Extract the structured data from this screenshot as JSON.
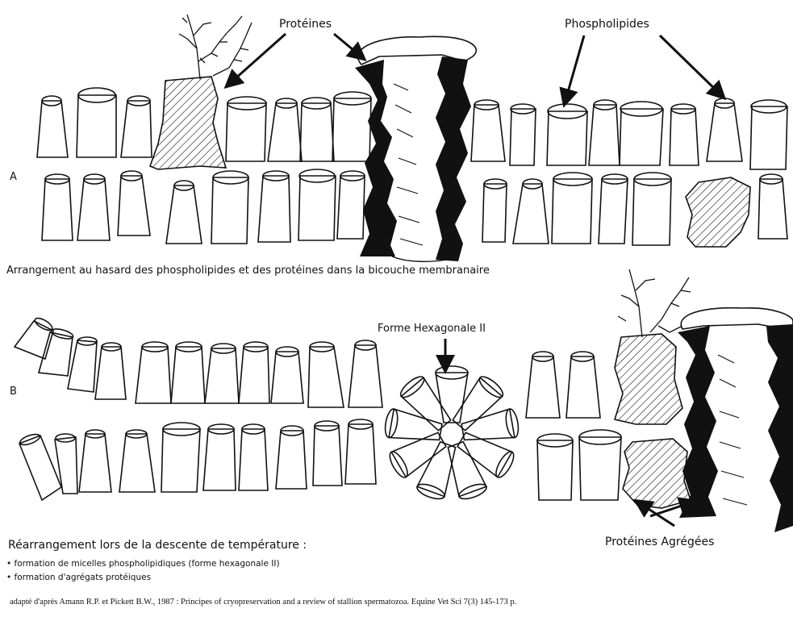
{
  "labels": {
    "proteins": "Protéines",
    "phospholipids": "Phospholipides",
    "panel_a": "A",
    "panel_b": "B",
    "caption_a": "Arrangement au hasard des phospholipides et des protéines dans la bicouche membranaire",
    "hexagonal": "Forme Hexagonale II",
    "aggregated_proteins": "Protéines Agrégées",
    "caption_b_title": "Réarrangement lors de la descente de température :",
    "bullet_1": "formation de micelles phospholipidiques (forme hexagonale II)",
    "bullet_2": "formation d'agrégats protéiques",
    "bullet_glyph": "•",
    "citation": "adapté d'après Amann R.P. et Pickett B.W., 1987 : Principes of cryopreservation and a review of stallion spermatozoa. Equine Vet Sci 7(3) 145-173 p."
  },
  "colors": {
    "ink": "#111111",
    "paper": "#ffffff"
  },
  "icons": [
    "down-arrow-icon",
    "hatched-protein-icon",
    "transmembrane-protein-icon",
    "phospholipid-icon",
    "branched-chain-icon"
  ]
}
